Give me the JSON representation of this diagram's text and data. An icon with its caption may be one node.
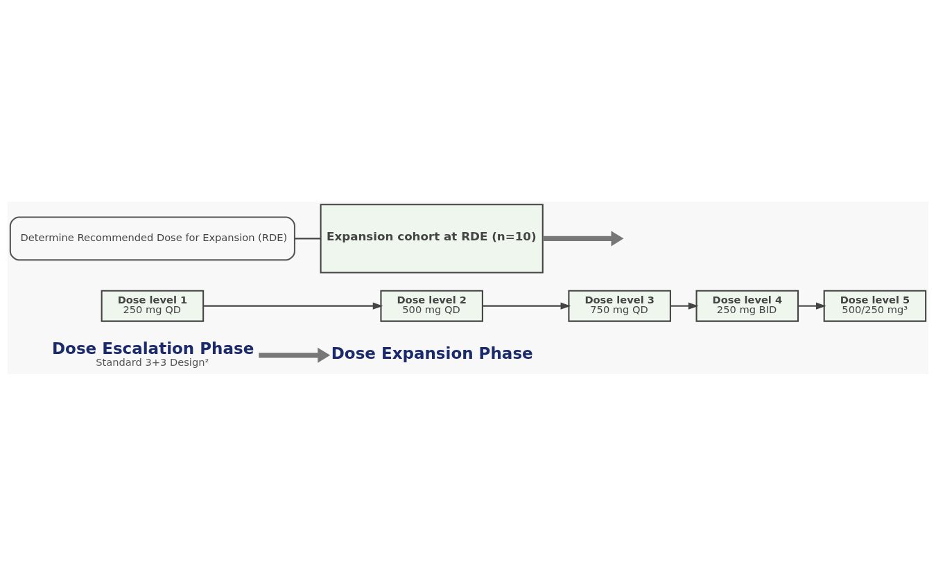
{
  "diagram": {
    "nodes": [
      {
        "text": [
          "Dose Escalation Phase",
          "Standard 3+3 Design²"
        ]
      },
      {
        "text": [
          "Dose Expansion Phase"
        ]
      },
      {
        "text": [
          "Dose level 1",
          "250 mg QD"
        ]
      },
      {
        "text": [
          "Dose level 2",
          "500 mg QD"
        ]
      },
      {
        "text": [
          "Dose level 3",
          "750 mg QD"
        ]
      },
      {
        "text": [
          "Dose level 4",
          "250 mg BID"
        ]
      },
      {
        "text": [
          "Dose level 5",
          "500/250 mg³"
        ]
      },
      {
        "text": [
          "Determine Recommended Dose for Expansion (RDE)"
        ]
      },
      {
        "text": [
          "Expansion cohort at RDE (n=10)"
        ]
      }
    ],
    "edges": [
      {
        "from": 0,
        "to": 1,
        "arrow": "to",
        "style": "thick",
        "color": "#777777"
      },
      {
        "from": 2,
        "to": 3,
        "arrow": "to"
      },
      {
        "from": 3,
        "to": 4,
        "arrow": "to"
      },
      {
        "from": 4,
        "to": 5,
        "arrow": "to"
      },
      {
        "from": 5,
        "to": 6,
        "arrow": "to"
      },
      {
        "from": 7,
        "to": 8,
        "arrow": "none"
      },
      {
        "from": 8,
        "to": null,
        "arrow": "to",
        "style": "thick",
        "color": "#777777"
      }
    ]
  }
}
